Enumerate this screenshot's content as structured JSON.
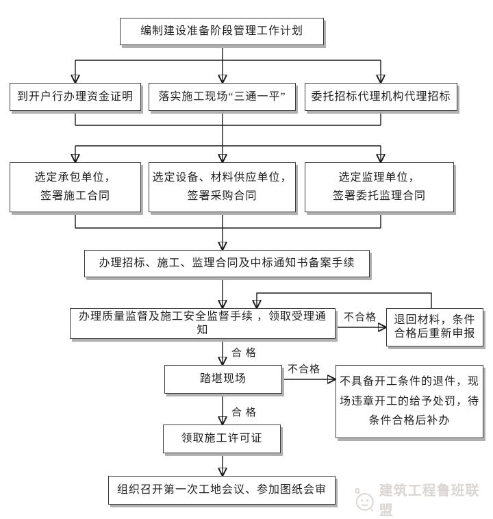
{
  "diagram": {
    "nodes": {
      "plan": {
        "text": "编制建设准备阶段管理工作计划"
      },
      "fund_proof": {
        "text": "到开户行办理资金证明"
      },
      "site_prep": {
        "text": "落实施工现场“三通一平”"
      },
      "bid_agency": {
        "text": "委托招标代理机构代理招标"
      },
      "contractor": {
        "lines": [
          "选定承包单位，",
          "签署施工合同"
        ]
      },
      "supplier": {
        "lines": [
          "选定设备、材料供应单位，",
          "签署采购合同"
        ]
      },
      "supervisor": {
        "lines": [
          "选定监理单位，",
          "签署委托监理合同"
        ]
      },
      "filing": {
        "text": "办理招标、施工、监理合同及中标通知书备案手续"
      },
      "quality_supervision": {
        "text": "办理质量监督及施工安全监督手续 ，领取受理通知"
      },
      "return_materials": {
        "lines": [
          "退回材料，条件",
          "合格后重新申报"
        ]
      },
      "site_visit": {
        "text": "踏堪现场"
      },
      "reject": {
        "lines": [
          "不具备开工条件的退件，现",
          "场违章开工的给予处罚，待",
          "条件合格后补办"
        ]
      },
      "permit": {
        "text": "领取施工许可证"
      },
      "first_meeting": {
        "text": "组织召开第一次工地会议、参加图纸会审"
      }
    },
    "edge_labels": {
      "pass_after_supervision": "合 格",
      "fail_supervision": "不合格",
      "pass_after_site_visit": "合 格",
      "fail_site_visit": "不合格"
    },
    "watermark": {
      "text": "建筑工程鲁班联盟"
    },
    "colors": {
      "line": "#1a1a1a",
      "box_border": "#3a3a3a",
      "box_shadow": "#b0b0b0",
      "watermark": "#d9d6d4"
    }
  }
}
